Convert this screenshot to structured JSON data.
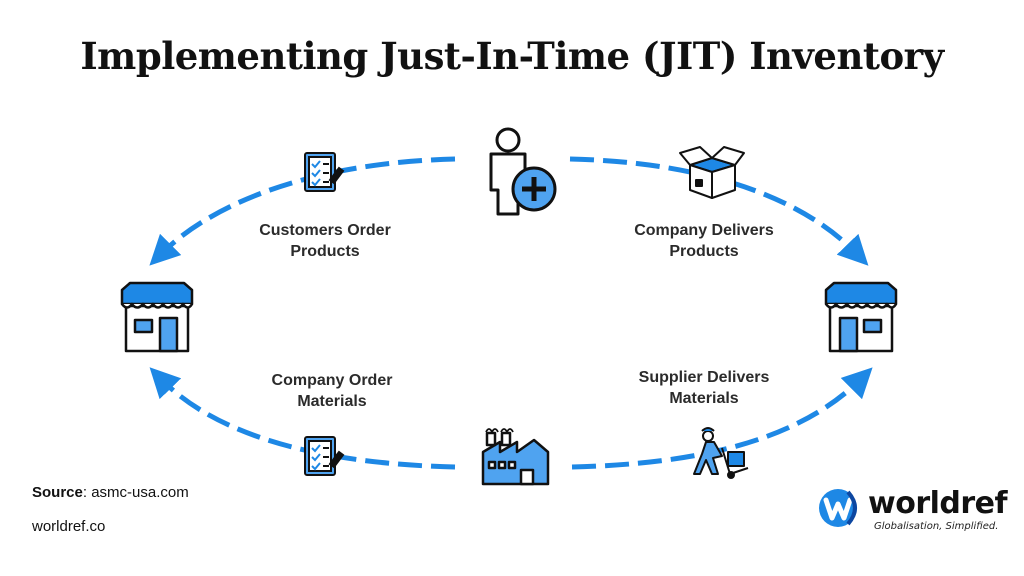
{
  "title": "Implementing Just-In-Time (JIT) Inventory",
  "steps": {
    "customers_order": [
      "Customers Order",
      "Products"
    ],
    "company_delivers": [
      "Company Delivers",
      "Products"
    ],
    "company_order": [
      "Company Order",
      "Materials"
    ],
    "supplier_delivers": [
      "Supplier Delivers",
      "Materials"
    ]
  },
  "source": {
    "label": "Source",
    "value": ": asmc-usa.com"
  },
  "website": "worldref.co",
  "brand": {
    "name": "worldref",
    "tagline": "Globalisation, Simplified."
  },
  "icons": {
    "top": "customer-add-icon",
    "left": "store-icon",
    "right": "store-icon",
    "bottom": "factory-icon",
    "order_list": "checklist-icon",
    "box": "open-box-icon",
    "worker": "hand-truck-worker-icon"
  },
  "colors": {
    "accent": "#1E88E5",
    "accent_light": "#4FA3F0",
    "dark": "#111111"
  }
}
